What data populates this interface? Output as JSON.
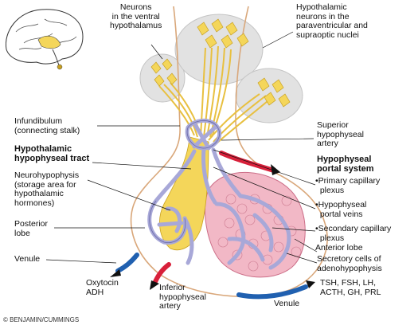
{
  "labels": {
    "ventral_neurons": "Neurons\nin the ventral\nhypothalamus",
    "hypothalamic_neurons": "Hypothalamic\nneurons in the\nparaventricular and\nsupraoptic nuclei",
    "infundibulum": "Infundibulum\n(connecting stalk)",
    "hypothalamic_tract": "Hypothalamic\nhypophyseal tract",
    "neurohypophysis": "Neurohypophysis\n(storage area for\nhypothalamic\nhormones)",
    "posterior_lobe": "Posterior\nlobe",
    "venule_left": "Venule",
    "oxytocin_adh": "Oxytocin\nADH",
    "inferior_artery": "Inferior\nhypophyseal\nartery",
    "superior_artery": "Superior\nhypophyseal\nartery",
    "portal_system": "Hypophyseal\nportal system",
    "primary_plexus": "•Primary capillary\n  plexus",
    "portal_veins": "•Hypophyseal\n  portal veins",
    "secondary_plexus": "•Secondary capillary\n  plexus",
    "anterior_lobe": "Anterior lobe",
    "secretory_cells": "Secretory cells of\nadenohypophysis",
    "tsh_list": "TSH, FSH, LH,\nACTH, GH, PRL",
    "venule_bottom": "Venule",
    "credit": "© BENJAMIN/CUMMINGS"
  },
  "colors": {
    "neuron_yellow": "#f4d65a",
    "neuron_outline": "#c8a020",
    "capillary_lavender": "#a8a8d8",
    "capillary_outline": "#6a6aa8",
    "anterior_pink": "#f2b8c6",
    "artery_red": "#d8203a",
    "vein_blue": "#2060b0",
    "outline_tan": "#d9a77a",
    "bubble_gray": "#e2e2e2"
  }
}
